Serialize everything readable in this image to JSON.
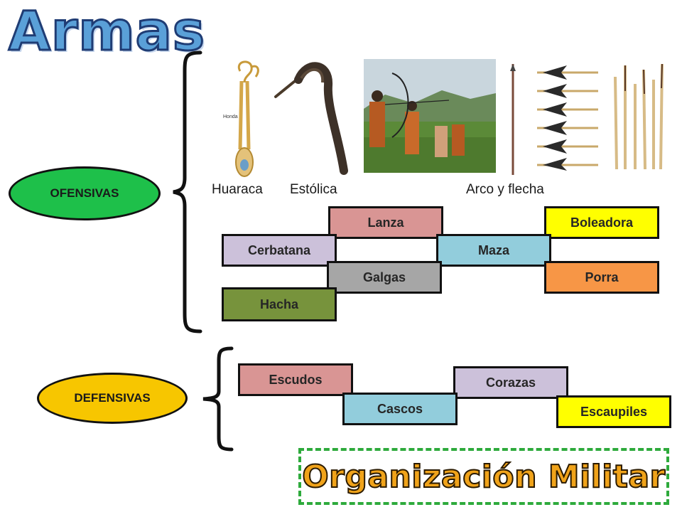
{
  "title": "Armas",
  "offensive": {
    "label": "OFENSIVAS",
    "image_captions": [
      "Huaraca",
      "Estólica",
      "Arco y flecha"
    ],
    "honda_label": "Honda",
    "weapons": [
      "Lanza",
      "Boleadora",
      "Cerbatana",
      "Maza",
      "Galgas",
      "Porra",
      "Hacha"
    ]
  },
  "defensive": {
    "label": "DEFENSIVAS",
    "weapons": [
      "Escudos",
      "Corazas",
      "Cascos",
      "Escaupiles"
    ]
  },
  "footer": "Organización Militar",
  "colors": {
    "offensive_oval": "#1ec04a",
    "defensive_oval": "#f7c600",
    "pink": "#d99594",
    "lavender": "#ccc1da",
    "blue": "#92cddc",
    "gray": "#a6a6a6",
    "orange": "#f79646",
    "olive": "#77933c",
    "yellow": "#ffff00"
  }
}
